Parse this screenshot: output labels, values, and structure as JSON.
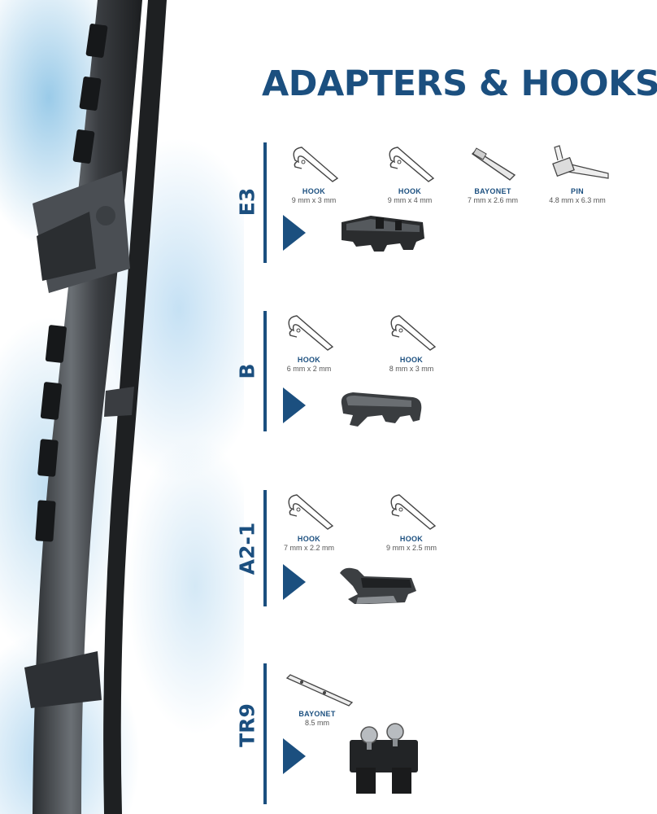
{
  "title": "ADAPTERS & HOOKS",
  "colors": {
    "accent": "#1b4f7f"
  },
  "sections": [
    {
      "code": "E3",
      "items": [
        {
          "icon": "hook-icon",
          "label": "HOOK",
          "size": "9 mm x 3 mm"
        },
        {
          "icon": "hook-icon",
          "label": "HOOK",
          "size": "9 mm x 4 mm"
        },
        {
          "icon": "bayonet-icon",
          "label": "BAYONET",
          "size": "7 mm x 2.6 mm"
        },
        {
          "icon": "pin-icon",
          "label": "PIN",
          "size": "4.8 mm x 6.3 mm"
        }
      ]
    },
    {
      "code": "B",
      "items": [
        {
          "icon": "hook-icon",
          "label": "HOOK",
          "size": "6 mm x 2 mm"
        },
        {
          "icon": "hook-icon",
          "label": "HOOK",
          "size": "8 mm x 3 mm"
        }
      ]
    },
    {
      "code": "A2-1",
      "items": [
        {
          "icon": "hook-icon",
          "label": "HOOK",
          "size": "7 mm x 2.2 mm"
        },
        {
          "icon": "hook-icon",
          "label": "HOOK",
          "size": "9 mm x 2.5 mm"
        }
      ]
    },
    {
      "code": "TR9",
      "items": [
        {
          "icon": "bayonet-icon",
          "label": "BAYONET",
          "size": "8.5 mm"
        }
      ]
    }
  ]
}
